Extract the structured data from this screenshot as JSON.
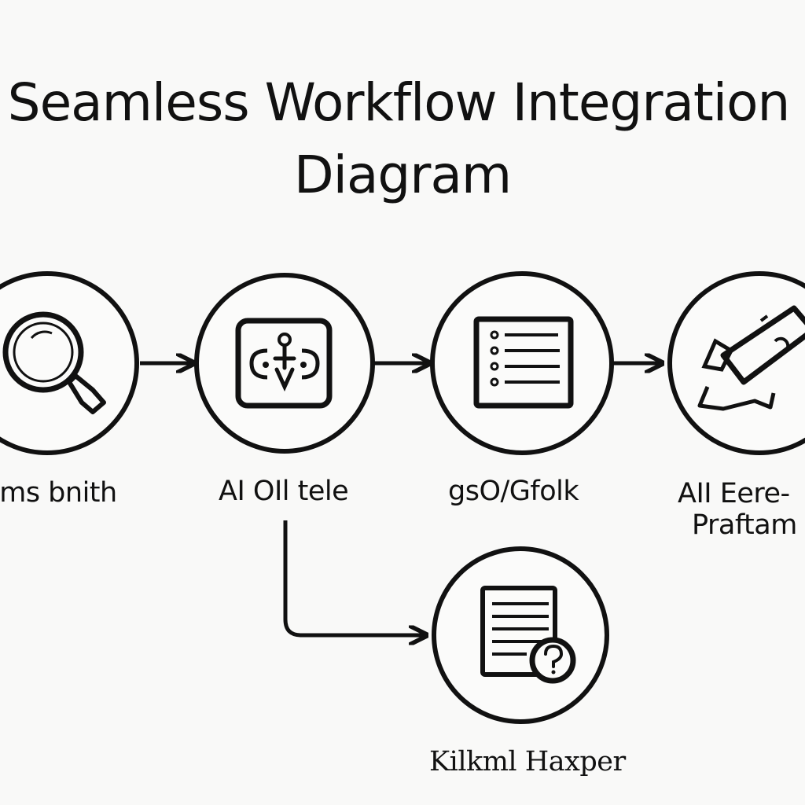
{
  "diagram": {
    "title_line1": "Seamless Workflow Integration",
    "title_line2": "Diagram",
    "nodes": [
      {
        "id": "n1",
        "label": "ims bnith",
        "icon": "magnifying-glass-icon"
      },
      {
        "id": "n2",
        "label": "AI OIl tele",
        "icon": "ai-chip-icon"
      },
      {
        "id": "n3",
        "label": "gsO/Gfolk",
        "icon": "checklist-document-icon"
      },
      {
        "id": "n4",
        "label_line1": "AII Eere-",
        "label_line2": "Praftam",
        "icon": "pen-tool-icon"
      },
      {
        "id": "n5",
        "label": "Kilkml Haxper",
        "icon": "document-question-icon"
      }
    ],
    "edges": [
      {
        "from": "n1",
        "to": "n2"
      },
      {
        "from": "n2",
        "to": "n3"
      },
      {
        "from": "n3",
        "to": "n4"
      },
      {
        "from": "n2",
        "to": "n5"
      }
    ]
  }
}
